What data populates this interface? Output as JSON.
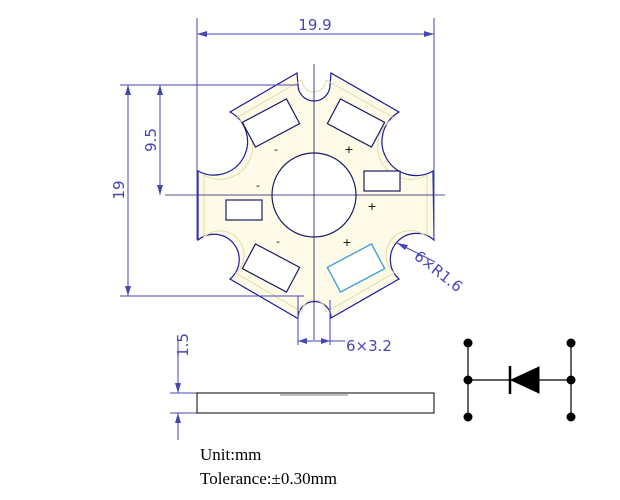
{
  "dimensions": {
    "width": "19.9",
    "height": "19",
    "half_height": "9.5",
    "corner_radius": "6×R1.6",
    "slot_width": "6×3.2",
    "thickness": "1.5"
  },
  "pad_polarity": {
    "top_left": "-",
    "top_right": "+",
    "left": "-",
    "right": "+",
    "bottom_left": "-",
    "bottom_right": "+"
  },
  "notes": {
    "unit": "Unit:mm",
    "tolerance": "Tolerance:±0.30mm"
  },
  "colors": {
    "dimension": "#4646b8",
    "outline": "#1c1c9c",
    "board_fill": "#fdfbe8",
    "pad_outline": "#1a1a60",
    "highlight_pad": "#46a0d8",
    "symbol": "#000000"
  },
  "symbol": {
    "icon": "diode-schematic-icon"
  }
}
